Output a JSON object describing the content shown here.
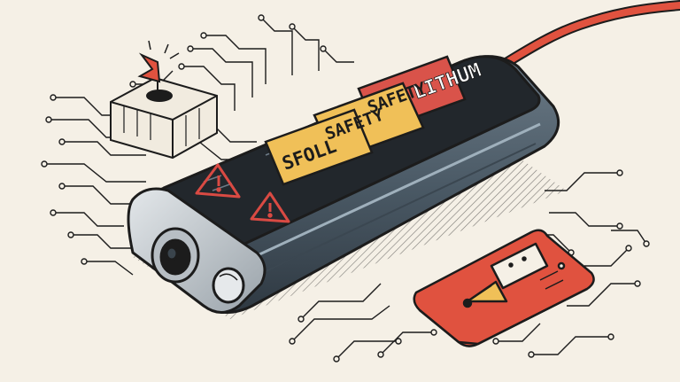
{
  "labels": {
    "brand": "LITHUM",
    "safety_top": "SAFETY",
    "safety_mid": "SAFETY",
    "sfoll": "SFOLL"
  },
  "colors": {
    "background": "#f5f0e6",
    "ink": "#1c1c1c",
    "battery_body": "#4b5a66",
    "battery_top": "#22272c",
    "cap_metal": "#c9cfd3",
    "red_label": "#d9534a",
    "yellow_label": "#f0c058",
    "cable": "#e0523f",
    "warning_red": "#d94a43"
  },
  "icons": [
    "warning-triangle-icon",
    "warning-triangle-icon",
    "flag-icon",
    "gauge-meter-icon"
  ]
}
